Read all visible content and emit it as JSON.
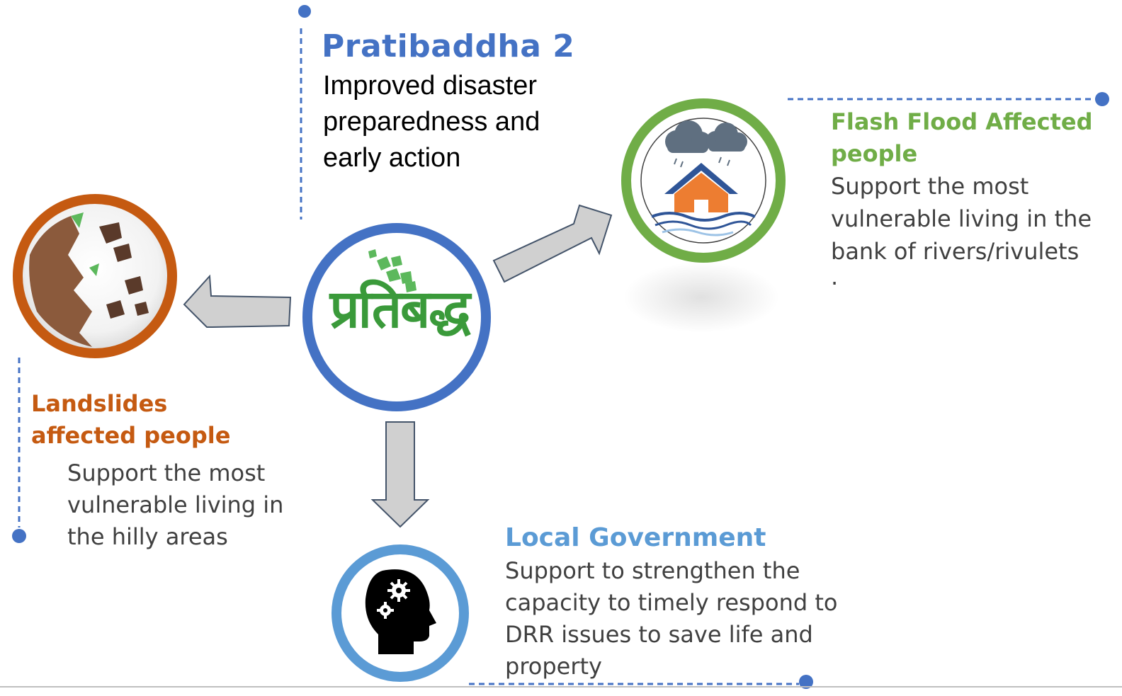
{
  "title": "Pratibaddha 2",
  "subtitle": "Improved disaster preparedness and early action",
  "logo": {
    "devanagari": "प्रतिबद्ध",
    "color": "#3a9a3a"
  },
  "flash_flood": {
    "heading": "Flash Flood Affected people",
    "description": "Support the most vulnerable living in the bank of rivers/rivulets",
    "trailing": ".",
    "color": "#70ad47"
  },
  "landslides": {
    "heading": "Landslides affected people",
    "description": "Support the most vulnerable living in the hilly areas",
    "color": "#c55a11"
  },
  "local_government": {
    "heading": "Local Government",
    "description": "Support to strengthen the capacity to timely respond to DRR issues to save life and property",
    "color": "#5b9bd5"
  },
  "colors": {
    "title": "#4472c4",
    "connector": "#4472c4",
    "center_ring": "#4472c4",
    "arrow_fill": "#d0d0d0",
    "arrow_stroke": "#44546a"
  },
  "icons": {
    "center": "pratibaddha-logo-icon",
    "landslide": "landslide-icon",
    "flood": "flooded-house-icon",
    "government": "head-gears-icon"
  }
}
